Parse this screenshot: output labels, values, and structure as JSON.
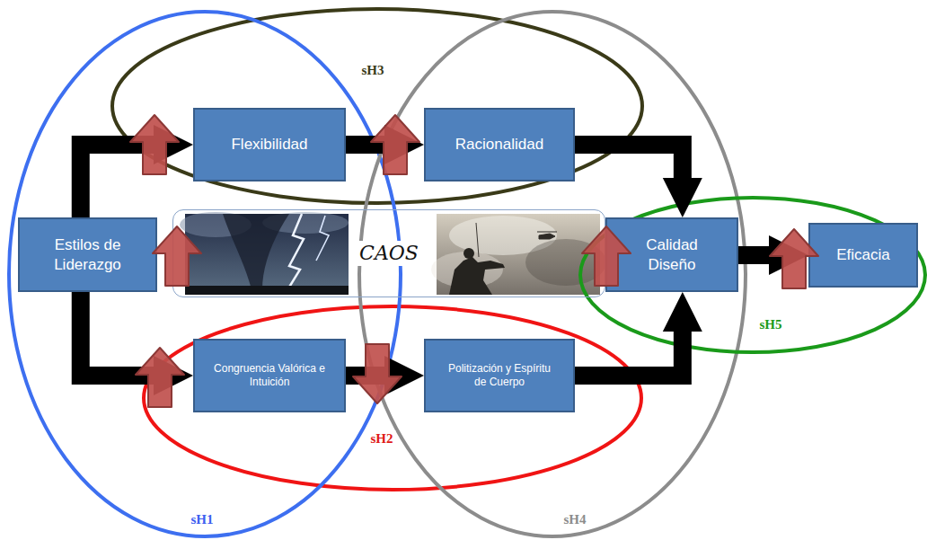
{
  "diagram": {
    "nodes": [
      {
        "text": [
          "Flexibilidad"
        ]
      },
      {
        "text": [
          "Racionalidad"
        ]
      },
      {
        "text": [
          "Estilos de Liderazgo"
        ]
      },
      {
        "text": [
          "CAOS"
        ]
      },
      {
        "text": [
          "Calidad Diseño"
        ]
      },
      {
        "text": [
          "Eficacia"
        ]
      },
      {
        "text": [
          "Congruencia Valórica e Intuición"
        ]
      },
      {
        "text": [
          "Politización y Espíritu de Cuerpo"
        ]
      }
    ],
    "edges": [
      {
        "from": 2,
        "to": 0,
        "arrow": "to"
      },
      {
        "from": 2,
        "to": 6,
        "arrow": "to"
      },
      {
        "from": 0,
        "to": 1,
        "arrow": "to"
      },
      {
        "from": 6,
        "to": 7,
        "arrow": "to"
      },
      {
        "from": 1,
        "to": 4,
        "arrow": "to"
      },
      {
        "from": 7,
        "to": 4,
        "arrow": "to"
      },
      {
        "from": 4,
        "to": 5,
        "arrow": "to"
      }
    ],
    "labels": [
      "sH3",
      "sH5",
      "sH2",
      "sH1",
      "sH4"
    ]
  }
}
